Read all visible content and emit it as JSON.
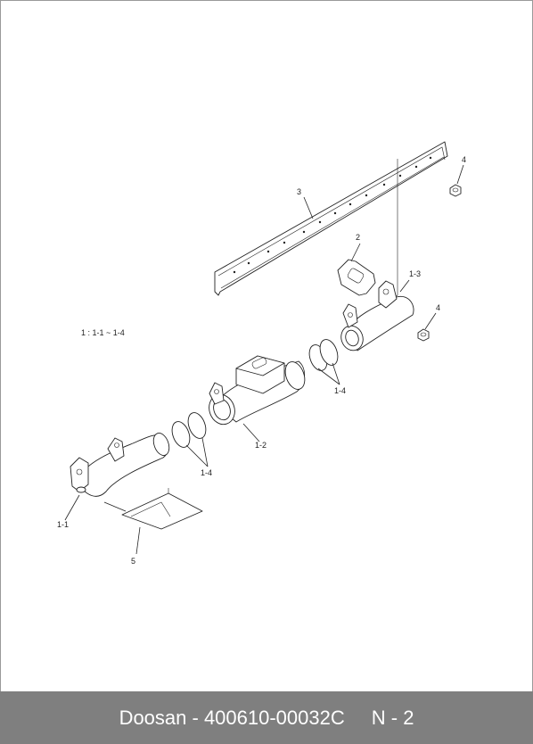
{
  "diagram": {
    "legend_text": "1  : 1-1 ~ 1-4",
    "callouts": {
      "c1_1": "1-1",
      "c1_2": "1-2",
      "c1_3": "1-3",
      "c1_4a": "1-4",
      "c1_4b": "1-4",
      "c2": "2",
      "c3": "3",
      "c4a": "4",
      "c4b": "4",
      "c5": "5"
    }
  },
  "footer": {
    "brand_part": "Doosan - 400610-00032C",
    "page": "N - 2"
  }
}
